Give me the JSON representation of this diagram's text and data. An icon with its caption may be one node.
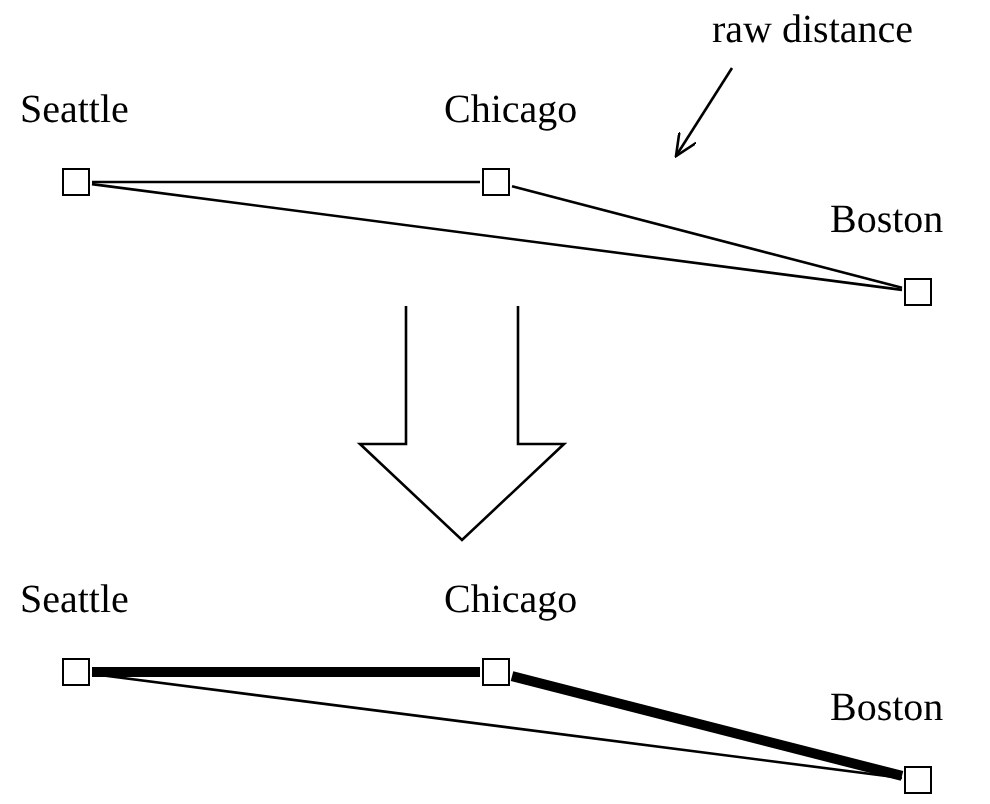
{
  "diagram": {
    "nodes": [
      {
        "text": [
          "raw distance"
        ]
      },
      {
        "text": [
          "Seattle"
        ]
      },
      {
        "text": [
          "Chicago"
        ]
      },
      {
        "text": [
          "Boston"
        ]
      },
      {
        "text": [
          "Seattle"
        ]
      },
      {
        "text": [
          "Chicago"
        ]
      },
      {
        "text": [
          "Boston"
        ]
      }
    ],
    "edges": [
      {
        "from": 0,
        "to": null,
        "arrow": "to"
      },
      {
        "from": 1,
        "to": 2,
        "arrow": "none"
      },
      {
        "from": 2,
        "to": 3,
        "arrow": "none"
      },
      {
        "from": 1,
        "to": 3,
        "arrow": "none"
      },
      {
        "from": 4,
        "to": 5,
        "arrow": "none",
        "style": "thick"
      },
      {
        "from": 5,
        "to": 6,
        "arrow": "none",
        "style": "thick"
      },
      {
        "from": 4,
        "to": 6,
        "arrow": "none"
      }
    ]
  }
}
